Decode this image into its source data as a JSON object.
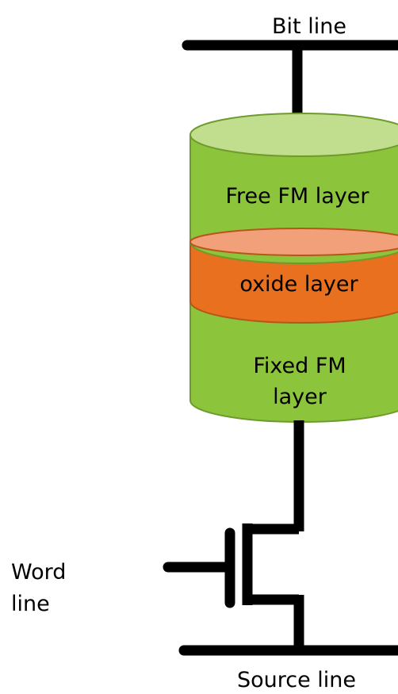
{
  "colors": {
    "green_body": "#8cc43c",
    "green_top": "#c0de8e",
    "green_edge": "#6f9b2c",
    "orange_body": "#e8701e",
    "orange_top": "#f2a07a",
    "orange_edge": "#b8561a",
    "wire": "#000000",
    "background": "#ffffff"
  },
  "labels": {
    "bit_line": "Bit line",
    "free_layer": "Free FM layer",
    "oxide_layer": "oxide layer",
    "fixed_layer_line1": "Fixed FM",
    "fixed_layer_line2": "layer",
    "word_line_line1": "Word",
    "word_line_line2": "line",
    "source_line": "Source line"
  },
  "icons": {
    "transistor": "mosfet-transistor-symbol",
    "mtj": "magnetic-tunnel-junction-cylinder"
  }
}
